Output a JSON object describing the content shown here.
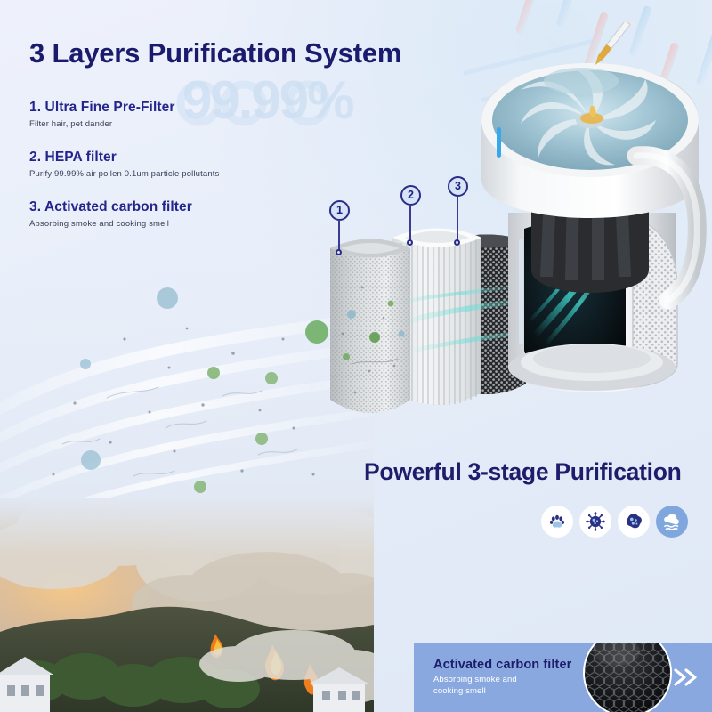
{
  "page": {
    "background_color": "#eef1fb",
    "accent_navy": "#1b1b6e",
    "accent_blue": "#8aa8e0",
    "watermark_color": "#cfe0f3"
  },
  "headline": "3 Layers Purification System",
  "watermark": "99.99%",
  "bullets": [
    {
      "title": "1. Ultra Fine Pre-Filter",
      "subtitle": "Filter hair, pet dander"
    },
    {
      "title": "2. HEPA filter",
      "subtitle": "Purify 99.99% air pollen 0.1um particle pollutants"
    },
    {
      "title": "3. Activated carbon filter",
      "subtitle": "Absorbing smoke and cooking smell"
    }
  ],
  "callouts": [
    {
      "number": "1",
      "name": "pre-filter-callout"
    },
    {
      "number": "2",
      "name": "hepa-filter-callout"
    },
    {
      "number": "3",
      "name": "carbon-filter-callout"
    }
  ],
  "sub_headline": "Powerful 3-stage Purification",
  "badges": [
    {
      "icon": "paw-print-icon",
      "label": "Pet dander",
      "active": false
    },
    {
      "icon": "virus-icon",
      "label": "Virus",
      "active": false
    },
    {
      "icon": "pollen-icon",
      "label": "Pollen",
      "active": false
    },
    {
      "icon": "smoke-cloud-icon",
      "label": "Smoke",
      "active": true
    }
  ],
  "panel": {
    "title": "Activated carbon filter",
    "subtitle_line1": "Absorbing smoke and",
    "subtitle_line2": "cooking smell",
    "photo_alt": "honeycomb-carbon-filter-photo",
    "chevron": "»"
  },
  "device": {
    "name": "air-purifier-device",
    "led_color": "#35a8ee",
    "dropper_label": "aroma-oil-dropper"
  },
  "imagery": {
    "wildfire_alt": "wildfire-smoke-photo",
    "airflow_alt": "airflow-particles-illustration"
  }
}
